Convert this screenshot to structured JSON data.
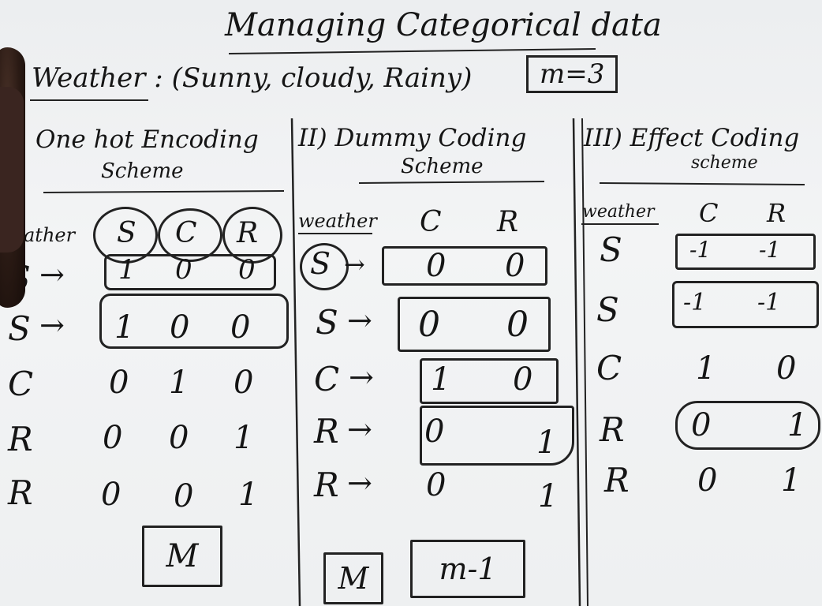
{
  "title": "Managing Categorical data",
  "weather_line": "Weather : (Sunny, cloudy, Rainy)",
  "m_box": "m=3",
  "sections": {
    "one_hot": {
      "heading": "One hot Encoding",
      "subheading": "Scheme",
      "col_label": "ather",
      "headers": [
        "S",
        "C",
        "R"
      ],
      "rows": [
        {
          "label": "S",
          "values": [
            "1",
            "0",
            "0"
          ]
        },
        {
          "label": "S",
          "values": [
            "1",
            "0",
            "0"
          ]
        },
        {
          "label": "C",
          "values": [
            "0",
            "1",
            "0"
          ]
        },
        {
          "label": "R",
          "values": [
            "0",
            "0",
            "1"
          ]
        },
        {
          "label": "R",
          "values": [
            "0",
            "0",
            "1"
          ]
        }
      ],
      "footer": "M"
    },
    "dummy": {
      "heading": "II) Dummy Coding",
      "subheading": "Scheme",
      "col_label": "weather",
      "headers": [
        "C",
        "R"
      ],
      "rows": [
        {
          "label": "S",
          "values": [
            "0",
            "0"
          ]
        },
        {
          "label": "S",
          "values": [
            "0",
            "0"
          ]
        },
        {
          "label": "C",
          "values": [
            "1",
            "0"
          ]
        },
        {
          "label": "R",
          "values": [
            "0",
            "1"
          ]
        },
        {
          "label": "R",
          "values": [
            "0",
            "1"
          ]
        }
      ],
      "footer_left": "M",
      "footer": "m-1"
    },
    "effect": {
      "heading": "III) Effect Coding",
      "subheading": "scheme",
      "col_label": "weather",
      "headers": [
        "C",
        "R"
      ],
      "rows": [
        {
          "label": "S",
          "values": [
            "-1",
            "-1"
          ]
        },
        {
          "label": "S",
          "values": [
            "-1",
            "-1"
          ]
        },
        {
          "label": "C",
          "values": [
            "1",
            "0"
          ]
        },
        {
          "label": "R",
          "values": [
            "0",
            "1"
          ]
        },
        {
          "label": "R",
          "values": [
            "0",
            "1"
          ]
        }
      ]
    }
  },
  "arrow_glyph": "→",
  "colors": {
    "ink": "#151515",
    "board": "#eef0f1"
  }
}
